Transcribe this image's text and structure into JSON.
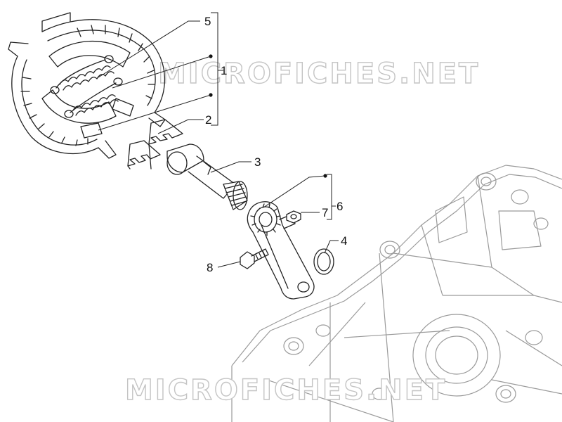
{
  "watermark": {
    "text": "MICROFICHES.NET"
  },
  "callouts": [
    {
      "id": "1",
      "label": "1"
    },
    {
      "id": "2",
      "label": "2"
    },
    {
      "id": "3",
      "label": "3"
    },
    {
      "id": "4",
      "label": "4"
    },
    {
      "id": "5",
      "label": "5"
    },
    {
      "id": "6",
      "label": "6"
    },
    {
      "id": "7",
      "label": "7"
    },
    {
      "id": "8",
      "label": "8"
    }
  ],
  "colors": {
    "line": "#222222",
    "case": "#9a9a9a",
    "watermark": "#c4c4c4"
  }
}
